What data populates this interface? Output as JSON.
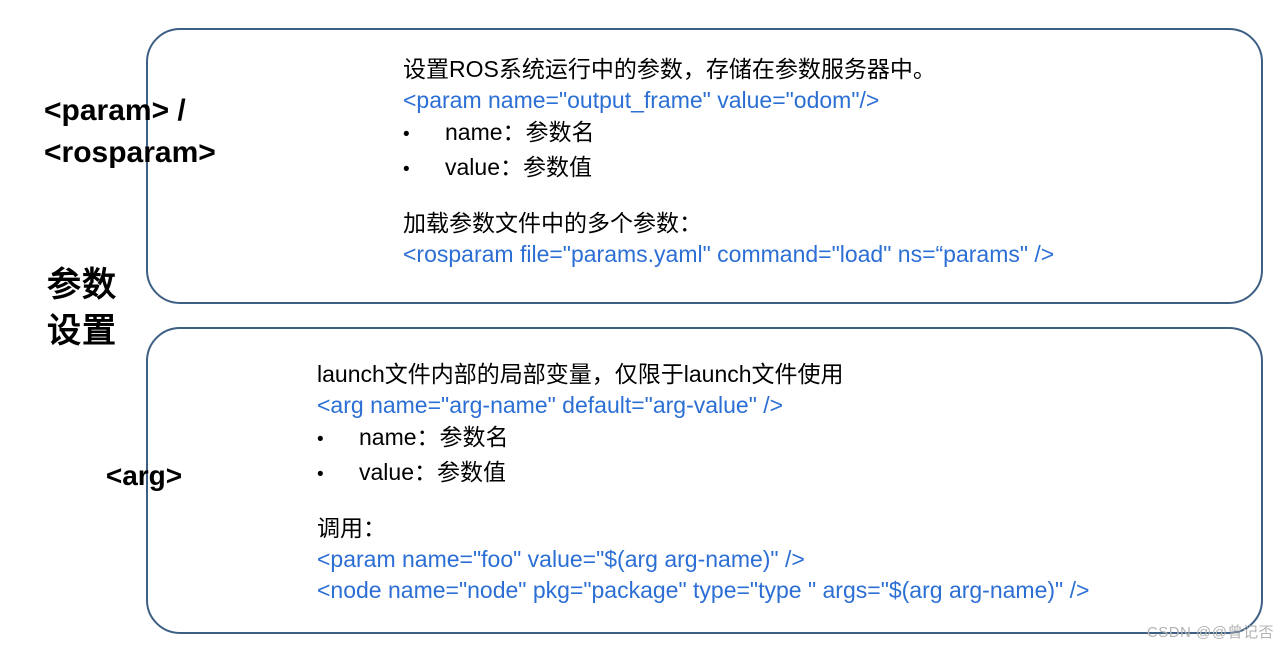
{
  "category": {
    "lines": [
      "参数",
      "设置"
    ]
  },
  "boxes": [
    {
      "id": "param",
      "tag_title_line1": "<param> /",
      "tag_title_line2": "<rosparam>",
      "lines": [
        {
          "kind": "text",
          "text": "设置ROS系统运行中的参数，存储在参数服务器中。"
        },
        {
          "kind": "code",
          "text": "<param name=\"output_frame\" value=\"odom\"/>"
        },
        {
          "kind": "bullet",
          "bullet": "•",
          "text": "name：参数名"
        },
        {
          "kind": "bullet",
          "bullet": "•",
          "text": "value：参数值"
        },
        {
          "kind": "spacer",
          "text": ""
        },
        {
          "kind": "text",
          "text": "加载参数文件中的多个参数："
        },
        {
          "kind": "code",
          "text": "<rosparam file=\"params.yaml\" command=\"load\" ns=“params\" />"
        }
      ]
    },
    {
      "id": "arg",
      "tag_title_line1": "<arg>",
      "tag_title_line2": "",
      "lines": [
        {
          "kind": "text",
          "text": "launch文件内部的局部变量，仅限于launch文件使用"
        },
        {
          "kind": "code",
          "text": "<arg name=\"arg-name\"  default=\"arg-value\" />"
        },
        {
          "kind": "bullet",
          "bullet": "•",
          "text": "name：参数名"
        },
        {
          "kind": "bullet",
          "bullet": "•",
          "text": "value：参数值"
        },
        {
          "kind": "spacer",
          "text": ""
        },
        {
          "kind": "text",
          "text": "调用："
        },
        {
          "kind": "code",
          "text": "<param name=\"foo\" value=\"$(arg arg-name)\" />"
        },
        {
          "kind": "code",
          "text": "<node name=\"node\" pkg=\"package\" type=\"type \" args=\"$(arg arg-name)\" />"
        }
      ]
    }
  ],
  "watermark": "CSDN @@曾记否",
  "colors": {
    "box_border": "#3d5f84",
    "code_blue": "#2c6fd4",
    "text_black": "#000000",
    "watermark_grey": "#b3b3b3",
    "background": "#ffffff"
  }
}
